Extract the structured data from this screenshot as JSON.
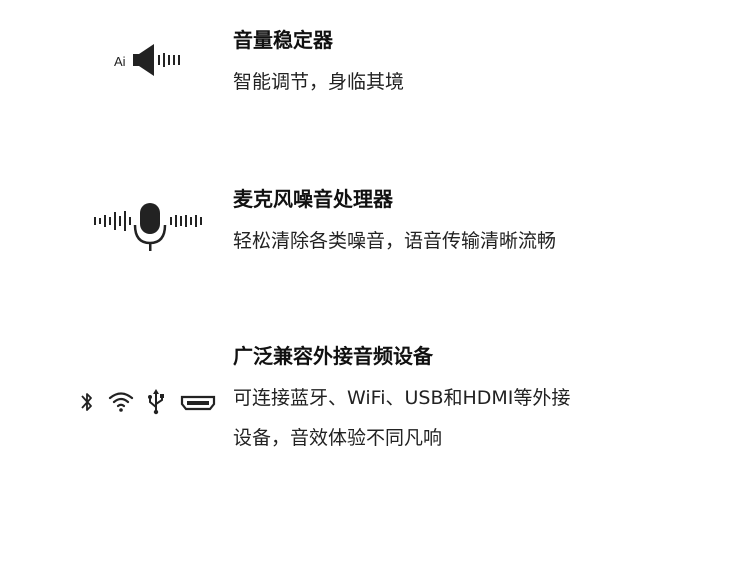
{
  "features": [
    {
      "title": "音量稳定器",
      "desc_lines": [
        "智能调节，身临其境"
      ],
      "icon": {
        "name": "speaker-volume-icon",
        "badge": "Ai"
      }
    },
    {
      "title": "麦克风噪音处理器",
      "desc_lines": [
        "轻松清除各类噪音，语音传输清晰流畅"
      ],
      "icon": {
        "name": "microphone-waveform-icon"
      }
    },
    {
      "title": "广泛兼容外接音频设备",
      "desc_lines": [
        "可连接蓝牙、WiFi、USB和HDMI等外接",
        "设备，音效体验不同凡响"
      ],
      "icons": [
        "bluetooth-icon",
        "wifi-icon",
        "usb-icon",
        "hdmi-icon"
      ]
    }
  ],
  "colors": {
    "text": "#111111",
    "icon": "#222222",
    "background": "#ffffff"
  }
}
